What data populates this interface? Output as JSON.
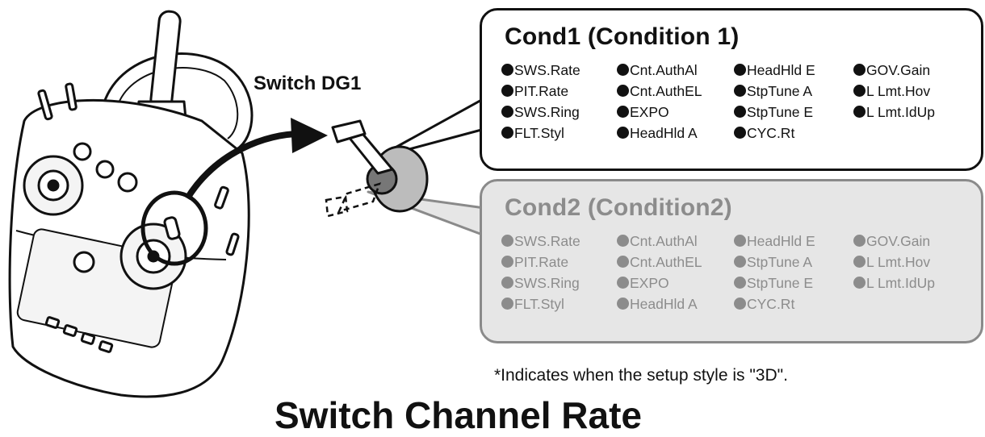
{
  "switch_label": "Switch DG1",
  "cond1": {
    "title": "Cond1 (Condition 1)",
    "items": [
      "SWS.Rate",
      "Cnt.AuthAl",
      "HeadHld E",
      "GOV.Gain",
      "PIT.Rate",
      "Cnt.AuthEL",
      "StpTune A",
      "L Lmt.Hov",
      "SWS.Ring",
      "EXPO",
      "StpTune E",
      "L Lmt.IdUp",
      "FLT.Styl",
      "HeadHld A",
      "CYC.Rt",
      ""
    ]
  },
  "cond2": {
    "title": "Cond2 (Condition2)",
    "items": [
      "SWS.Rate",
      "Cnt.AuthAl",
      "HeadHld E",
      "GOV.Gain",
      "PIT.Rate",
      "Cnt.AuthEL",
      "StpTune A",
      "L Lmt.Hov",
      "SWS.Ring",
      "EXPO",
      "StpTune E",
      "L Lmt.IdUp",
      "FLT.Styl",
      "HeadHld A",
      "CYC.Rt",
      ""
    ]
  },
  "footnote": "*Indicates when the setup style is \"3D\".",
  "page_title": "Switch Channel Rate"
}
